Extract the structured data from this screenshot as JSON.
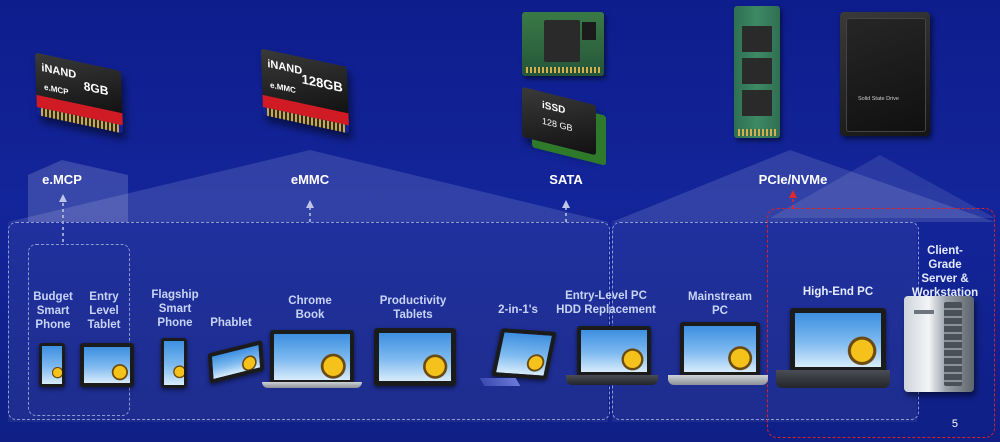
{
  "categories": {
    "emcp": "e.MCP",
    "emmc": "eMMC",
    "sata": "SATA",
    "pcie": "PCIe/NVMe"
  },
  "chips": {
    "emcp_brand": "iNAND",
    "emcp_capacity": "8GB",
    "emcp_type": "e.MCP",
    "emmc_brand": "iNAND",
    "emmc_capacity": "128GB",
    "emmc_type": "e.MMC",
    "ssd_brand": "iSSD",
    "ssd_capacity": "128 GB",
    "ssd25_label": "Solid State Drive"
  },
  "devices": {
    "budget_phone": "Budget\nSmart\nPhone",
    "entry_tablet": "Entry\nLevel\nTablet",
    "flagship_phone": "Flagship\nSmart\nPhone",
    "phablet": "Phablet",
    "chromebook": "Chrome\nBook",
    "productivity_tablets": "Productivity\nTablets",
    "two_in_one": "2-in-1's",
    "entry_pc": "Entry-Level PC\nHDD Replacement",
    "mainstream_pc": "Mainstream\nPC",
    "highend_pc": "High-End PC",
    "server": "Client-Grade\nServer &\nWorkstation"
  },
  "page_number": "5",
  "colors": {
    "background": "#13259a",
    "highlight_box": "#d4212a",
    "dashed_box": "#8f9ad0"
  }
}
